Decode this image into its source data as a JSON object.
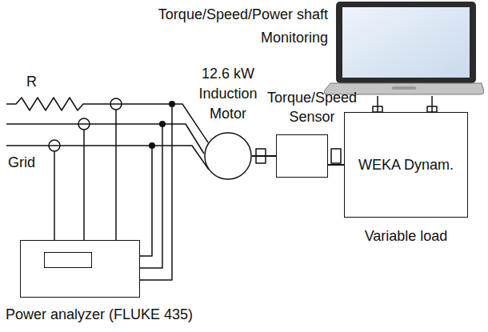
{
  "diagram": {
    "nodes": [
      {
        "text": [
          "Torque/Speed/Power shaft Monitoring"
        ]
      },
      {
        "text": [
          "12.6 kW Induction Motor"
        ]
      },
      {
        "text": [
          "Torque/Speed Sensor"
        ]
      },
      {
        "text": [
          "WEKA Dynam.",
          "Variable load"
        ]
      },
      {
        "text": [
          "Power analyzer (FLUKE 435)"
        ]
      }
    ],
    "edges": [
      {
        "from": 1,
        "to": 2,
        "arrow": "none"
      },
      {
        "from": 2,
        "to": 3,
        "arrow": "none"
      },
      {
        "from": 0,
        "to": 3,
        "arrow": "none"
      },
      {
        "from": 0,
        "to": 3,
        "arrow": "none"
      }
    ],
    "labels": [
      "R",
      "Grid"
    ]
  }
}
